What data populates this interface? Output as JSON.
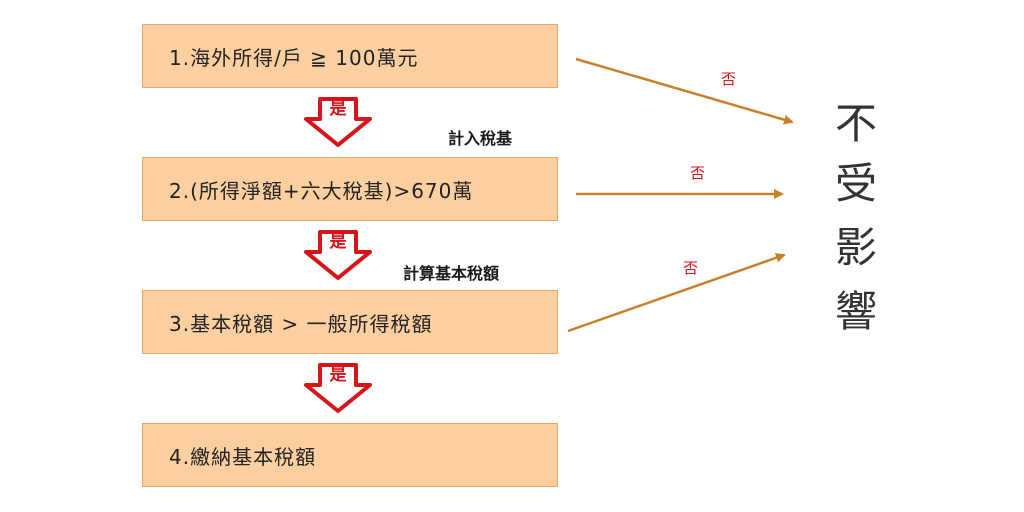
{
  "steps": [
    "1.海外所得/戶  ≧  100萬元",
    "2.(所得淨額+六大稅基)>670萬",
    "3.基本稅額  >  一般所得稅額",
    "4.繳納基本稅額"
  ],
  "yes_label": "是",
  "no_label": "否",
  "notes": [
    "計入稅基",
    "計算基本稅額"
  ],
  "result_chars": [
    "不",
    "受",
    "影",
    "響"
  ],
  "colors": {
    "box_fill": "#fbcf9f",
    "box_border": "#e7a766",
    "yes_arrow": "#d8141b",
    "connector": "#c9802a",
    "no_text": "#d8141b"
  }
}
